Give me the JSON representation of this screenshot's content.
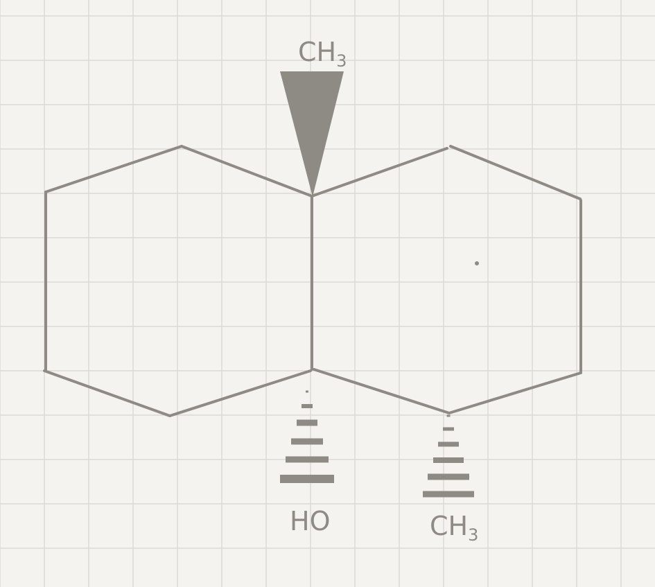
{
  "labels": {
    "top_methyl": "CH",
    "top_methyl_sub": "3",
    "hydroxyl": "HO",
    "bottom_methyl": "CH",
    "bottom_methyl_sub": "3"
  },
  "colors": {
    "background": "#f4f3f0",
    "grid": "#dcdad6",
    "ink": "#8e8b85"
  }
}
